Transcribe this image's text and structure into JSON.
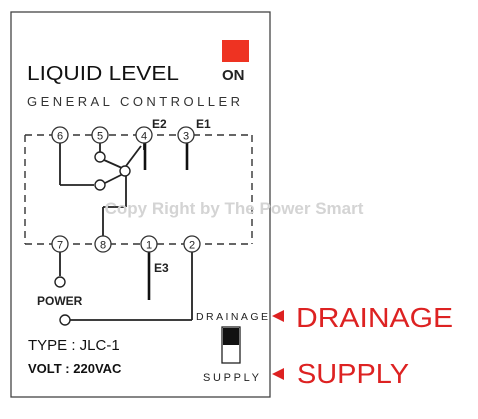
{
  "panel": {
    "title": "LIQUID LEVEL",
    "subtitle": "GENERAL CONTROLLER",
    "on_label": "ON",
    "on_color": "#ee3322",
    "watermark": "Copy Right by The Power Smart",
    "power_label": "POWER",
    "type_label": "TYPE : JLC-1",
    "volt_label": "VOLT : 220VAC",
    "drainage_label": "DRAINAGE",
    "supply_label": "SUPPLY"
  },
  "terminals": {
    "top": [
      "6",
      "5",
      "4",
      "3"
    ],
    "bottom": [
      "7",
      "8",
      "1",
      "2"
    ]
  },
  "electrodes": {
    "e2": "E2",
    "e1": "E1",
    "e3": "E3"
  },
  "annotations": {
    "drainage": "DRAINAGE",
    "supply": "SUPPLY",
    "color": "#dd2222"
  }
}
